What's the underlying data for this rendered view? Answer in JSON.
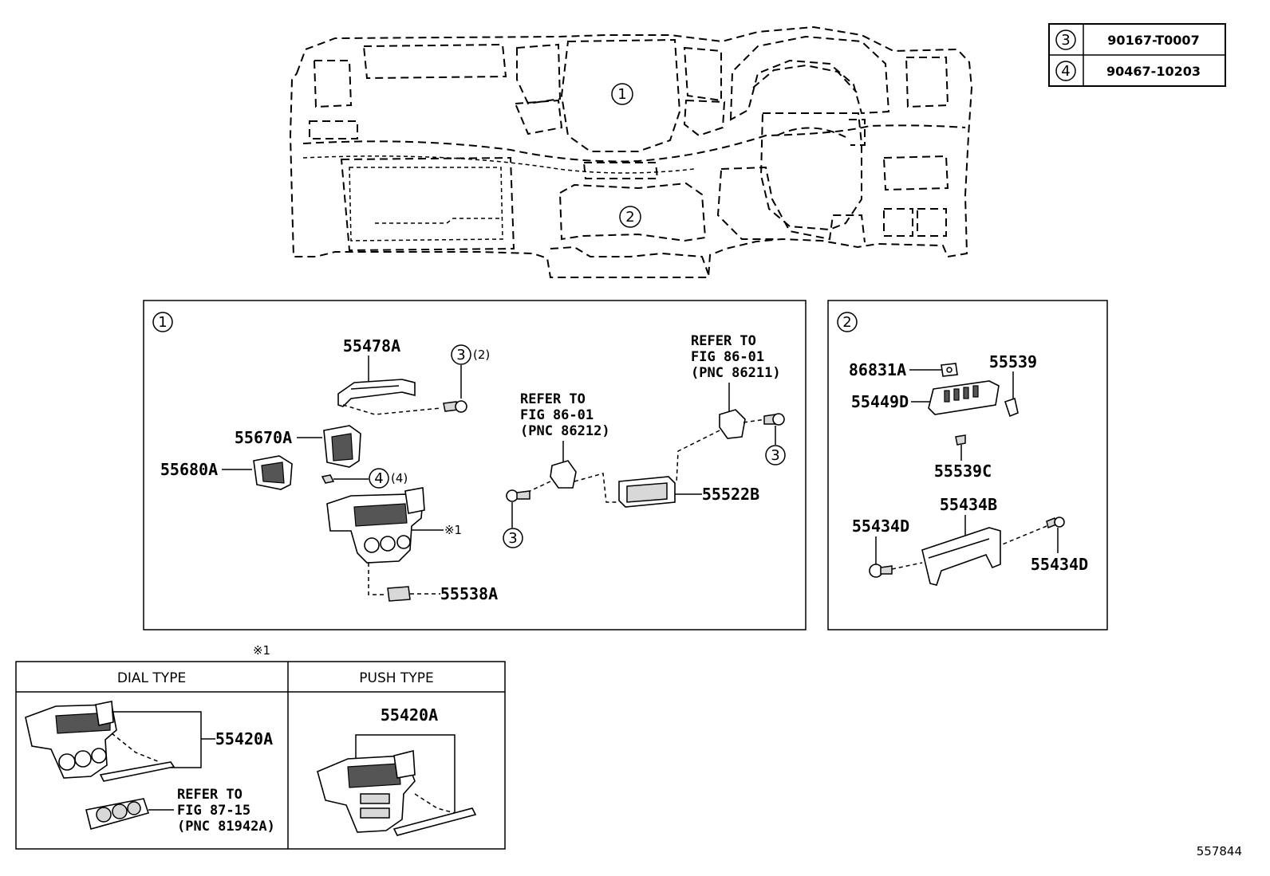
{
  "diagram_id": "557844",
  "legend": [
    {
      "index": "3",
      "part_no": "90167-T0007"
    },
    {
      "index": "4",
      "part_no": "90467-10203"
    }
  ],
  "overview_callouts": [
    "1",
    "2"
  ],
  "panel1": {
    "index": "1",
    "labels": {
      "p55478A": "55478A",
      "p55670A": "55670A",
      "p55680A": "55680A",
      "p55538A": "55538A",
      "p55522B": "55522B",
      "note_ref": "※1",
      "screw3a": "3",
      "screw3a_qty": "(2)",
      "clip4": "4",
      "clip4_qty": "(4)",
      "screw3b": "3",
      "screw3c": "3"
    },
    "refer1": [
      "REFER TO",
      "FIG 86-01",
      "(PNC 86212)"
    ],
    "refer2": [
      "REFER TO",
      "FIG 86-01",
      "(PNC 86211)"
    ]
  },
  "panel2": {
    "index": "2",
    "labels": {
      "p86831A": "86831A",
      "p55539": "55539",
      "p55449D": "55449D",
      "p55539C": "55539C",
      "p55434B": "55434B",
      "p55434D_left": "55434D",
      "p55434D_right": "55434D"
    }
  },
  "variants": {
    "note_mark": "※1",
    "dial_header": "DIAL TYPE",
    "push_header": "PUSH TYPE",
    "dial_part": "55420A",
    "push_part": "55420A",
    "refer3": [
      "REFER TO",
      "FIG 87-15",
      "(PNC 81942A)"
    ]
  }
}
